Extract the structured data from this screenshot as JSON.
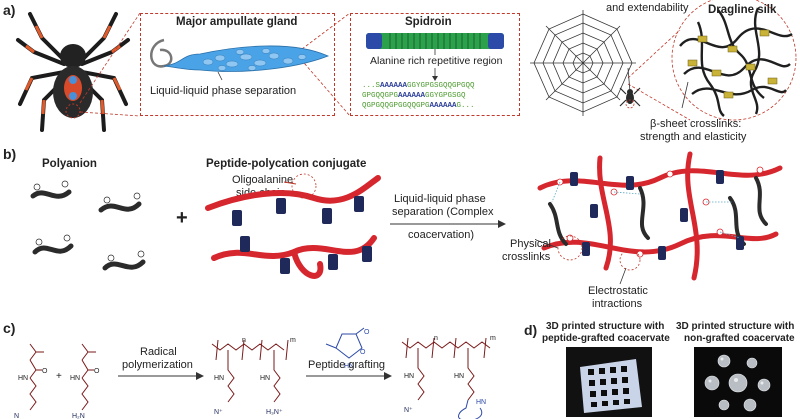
{
  "panels": {
    "a": "a)",
    "b": "b)",
    "c": "c)",
    "d": "d)"
  },
  "panel_a": {
    "gland_title": "Major ampullate gland",
    "gland_caption": "Liquid-liquid phase separation",
    "spidroin_title": "Spidroin",
    "spidroin_caption": "Alanine rich repetitive region",
    "sequence_lines": [
      [
        {
          "t": "...S",
          "c": "gly"
        },
        {
          "t": "AAAAAA",
          "c": "ala"
        },
        {
          "t": "GGYGPGSGQQGPGQQ",
          "c": "gly"
        }
      ],
      [
        {
          "t": "GPGQQGPG",
          "c": "gly"
        },
        {
          "t": "AAAAAA",
          "c": "ala"
        },
        {
          "t": "GGYGPGSGQ",
          "c": "gly"
        }
      ],
      [
        {
          "t": "QGPGQQGPGGQQGPG",
          "c": "gly"
        },
        {
          "t": "AAAAAA",
          "c": "ala"
        },
        {
          "t": "G...",
          "c": "gly"
        }
      ]
    ],
    "web_caption": "and extendability",
    "dragline_title": "Dragline silk",
    "beta_caption_1": "β-sheet crosslinks:",
    "beta_caption_2": "strength and elasticity"
  },
  "panel_b": {
    "polyanion": "Polyanion",
    "plus": "+",
    "conjugate": "Peptide-polycation conjugate",
    "oligo_1": "Oligoalanine",
    "oligo_2": "side chain",
    "llps_1": "Liquid-liquid phase",
    "llps_2": "separation (Complex",
    "llps_3": "coacervation)",
    "physical_1": "Physical",
    "physical_2": "crosslinks",
    "electro_1": "Electrostatic",
    "electro_2": "intractions"
  },
  "panel_c": {
    "plus": "+",
    "radical_1": "Radical",
    "radical_2": "polymerization",
    "grafting": "Peptide grafting"
  },
  "panel_d": {
    "left_title_1": "3D printed structure with",
    "left_title_2": "peptide-grafted coacervate",
    "right_title_1": "3D printed structure with",
    "right_title_2": "non-grafted coacervate"
  },
  "colors": {
    "accent_red": "#c0392b",
    "polymer_red": "#d6262e",
    "peptide_navy": "#1f2a5a",
    "gland_blue": "#5aa9e6",
    "dark_polymer": "#2b2b2b"
  }
}
